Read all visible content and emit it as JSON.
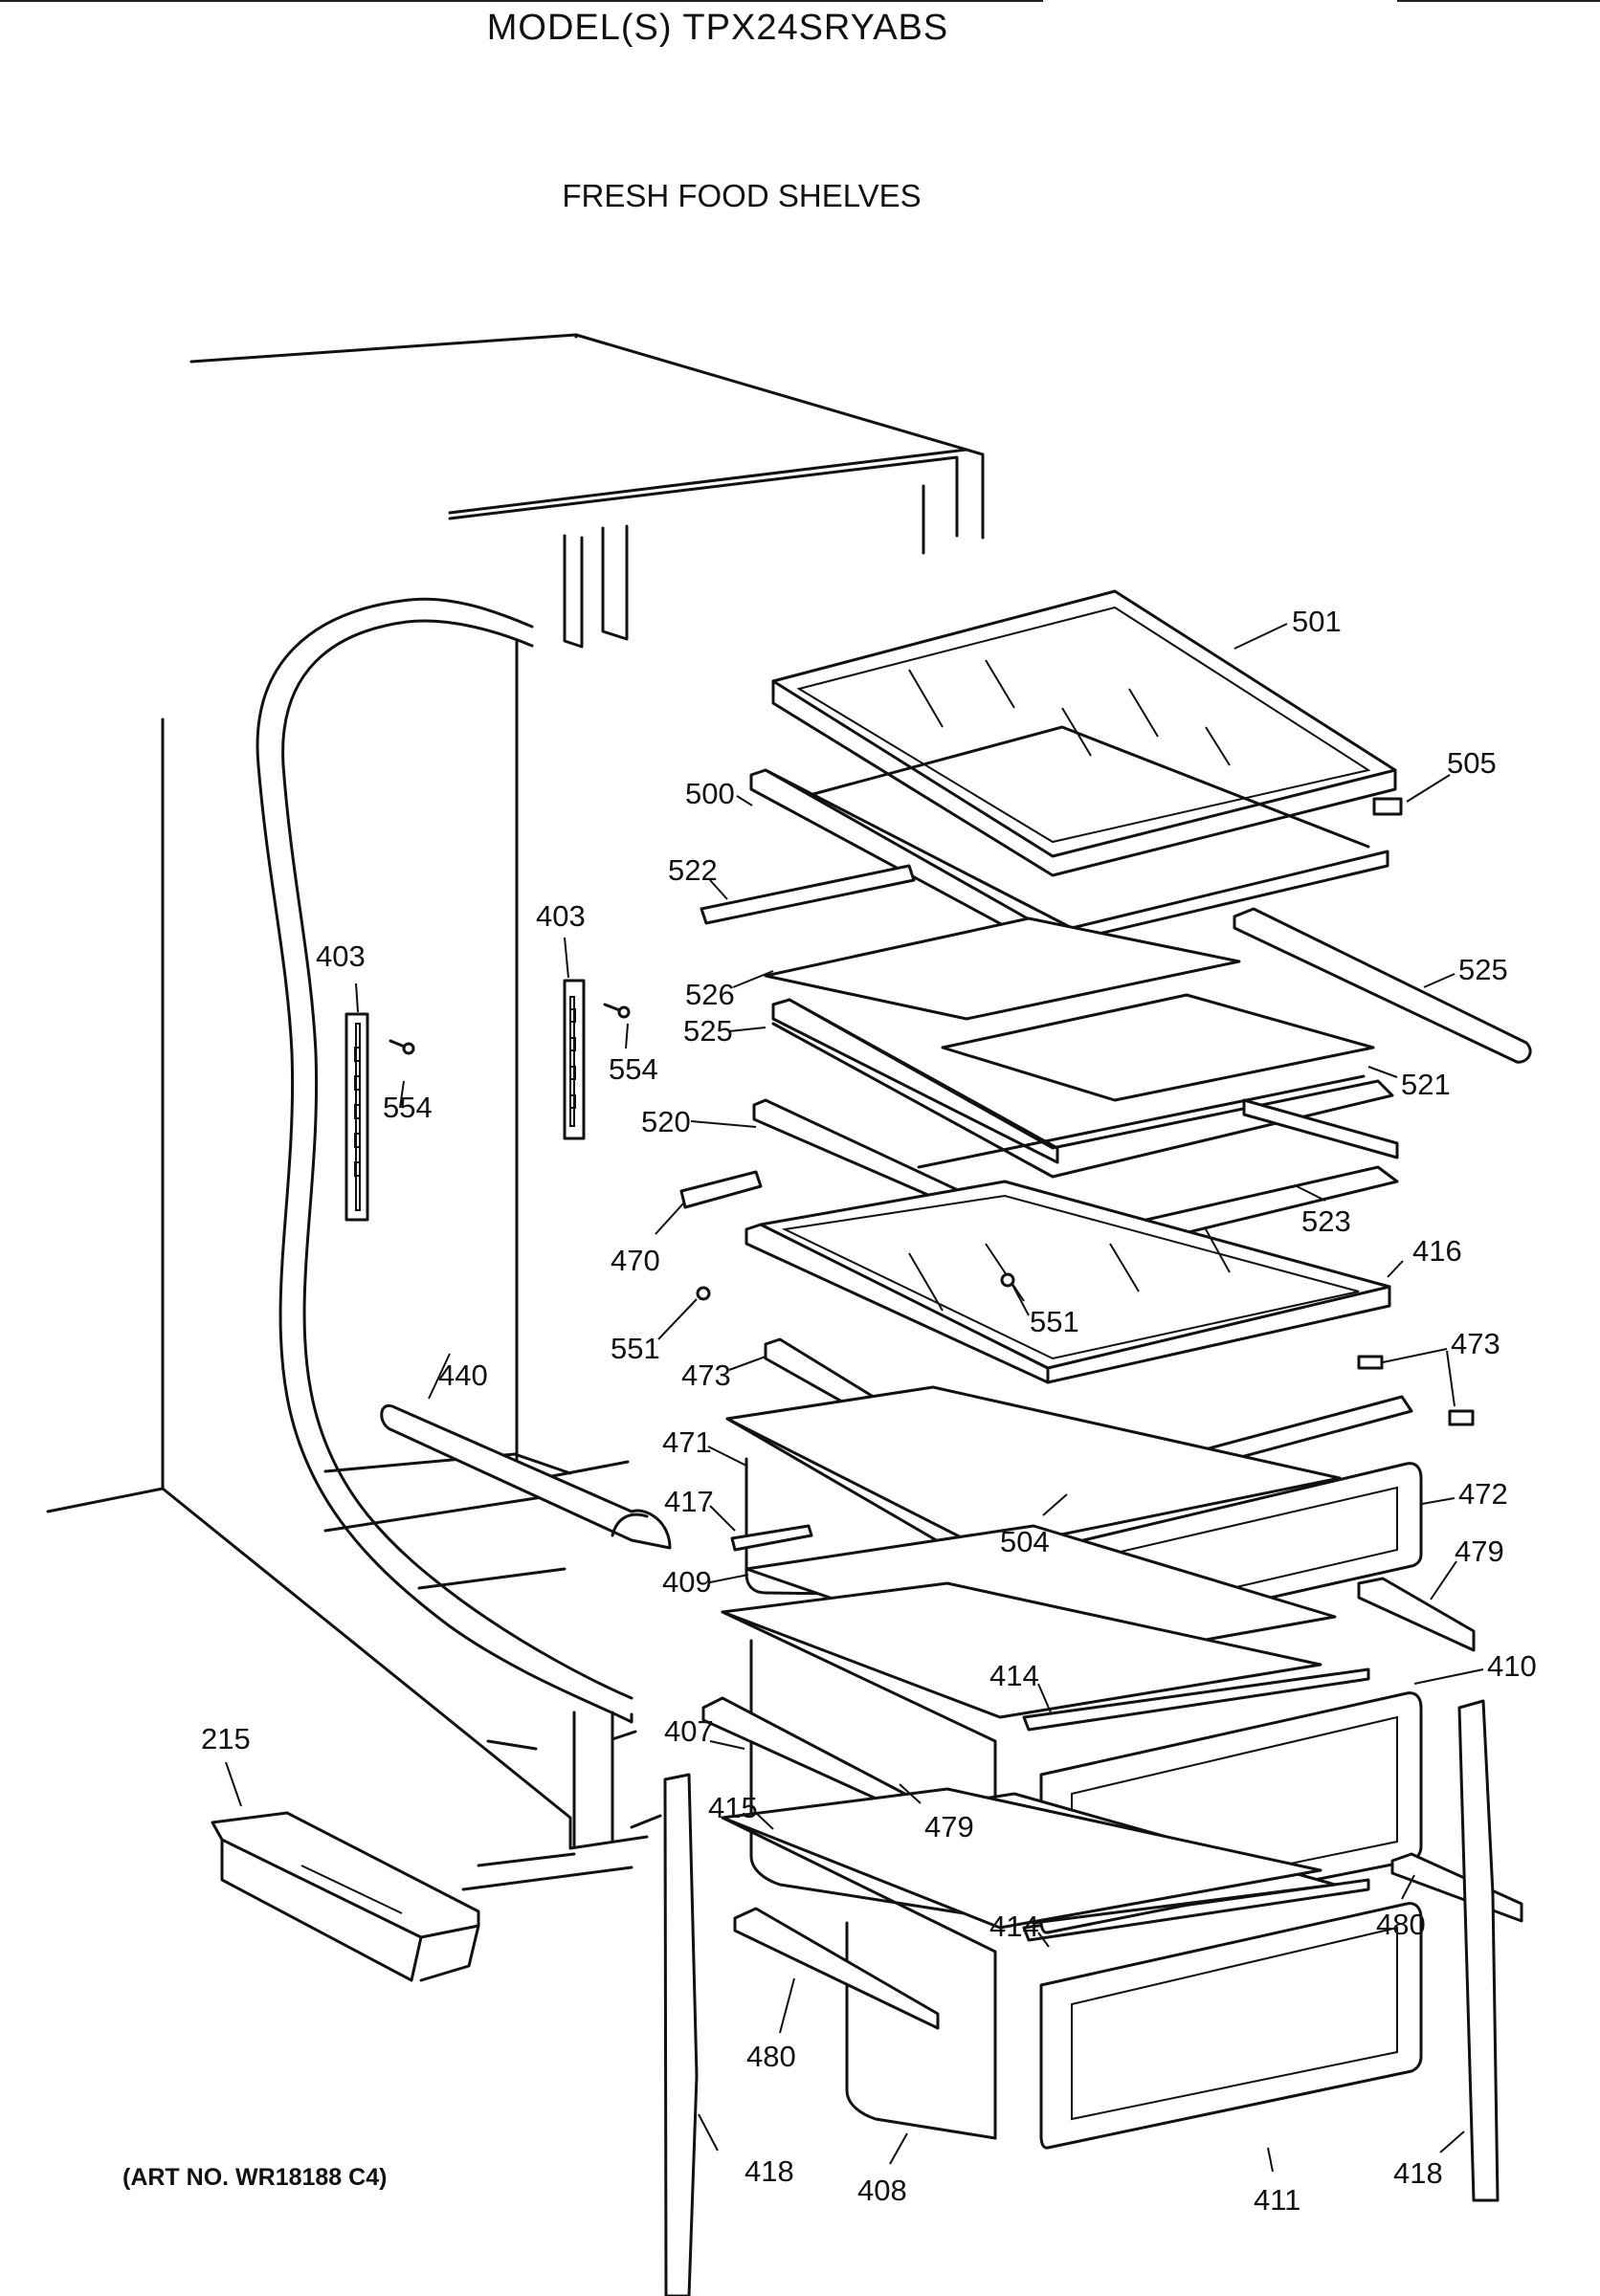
{
  "header": {
    "model_title": "MODEL(S) TPX24SRYABS",
    "section_title": "FRESH FOOD SHELVES"
  },
  "footer": {
    "art_number": "(ART NO. WR18188 C4)"
  },
  "callouts": [
    {
      "id": "c501",
      "text": "501"
    },
    {
      "id": "c505",
      "text": "505"
    },
    {
      "id": "c500",
      "text": "500"
    },
    {
      "id": "c522",
      "text": "522"
    },
    {
      "id": "c403a",
      "text": "403"
    },
    {
      "id": "c403b",
      "text": "403"
    },
    {
      "id": "c525a",
      "text": "525"
    },
    {
      "id": "c526",
      "text": "526"
    },
    {
      "id": "c525b",
      "text": "525"
    },
    {
      "id": "c554a",
      "text": "554"
    },
    {
      "id": "c554b",
      "text": "554"
    },
    {
      "id": "c521",
      "text": "521"
    },
    {
      "id": "c520",
      "text": "520"
    },
    {
      "id": "c523",
      "text": "523"
    },
    {
      "id": "c470",
      "text": "470"
    },
    {
      "id": "c416",
      "text": "416"
    },
    {
      "id": "c551a",
      "text": "551"
    },
    {
      "id": "c551b",
      "text": "551"
    },
    {
      "id": "c473a",
      "text": "473"
    },
    {
      "id": "c473b",
      "text": "473"
    },
    {
      "id": "c440",
      "text": "440"
    },
    {
      "id": "c471",
      "text": "471"
    },
    {
      "id": "c472",
      "text": "472"
    },
    {
      "id": "c417",
      "text": "417"
    },
    {
      "id": "c504",
      "text": "504"
    },
    {
      "id": "c479a",
      "text": "479"
    },
    {
      "id": "c409",
      "text": "409"
    },
    {
      "id": "c414a",
      "text": "414"
    },
    {
      "id": "c410",
      "text": "410"
    },
    {
      "id": "c215",
      "text": "215"
    },
    {
      "id": "c407",
      "text": "407"
    },
    {
      "id": "c479b",
      "text": "479"
    },
    {
      "id": "c415",
      "text": "415"
    },
    {
      "id": "c480a",
      "text": "480"
    },
    {
      "id": "c414b",
      "text": "414"
    },
    {
      "id": "c480b",
      "text": "480"
    },
    {
      "id": "c418a",
      "text": "418"
    },
    {
      "id": "c408",
      "text": "408"
    },
    {
      "id": "c411",
      "text": "411"
    },
    {
      "id": "c418b",
      "text": "418"
    }
  ]
}
